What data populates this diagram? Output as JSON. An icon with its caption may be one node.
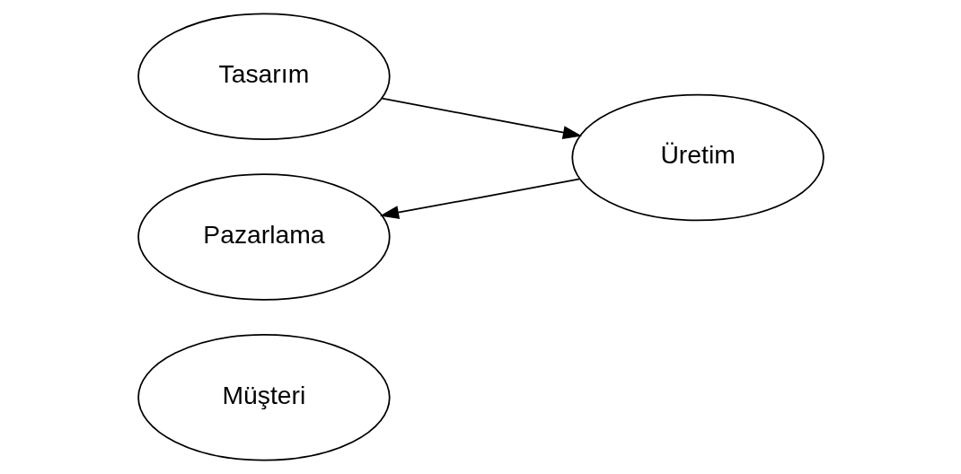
{
  "diagram": {
    "nodes": [
      {
        "text": [
          "Müşteri"
        ]
      },
      {
        "text": [
          "Tasarım"
        ]
      },
      {
        "text": [
          "Pazarlama"
        ]
      },
      {
        "text": [
          "Üretim"
        ]
      }
    ],
    "edges": [
      {
        "from": 1,
        "to": 3,
        "arrow": "to"
      },
      {
        "from": 3,
        "to": 2,
        "arrow": "to"
      }
    ]
  }
}
